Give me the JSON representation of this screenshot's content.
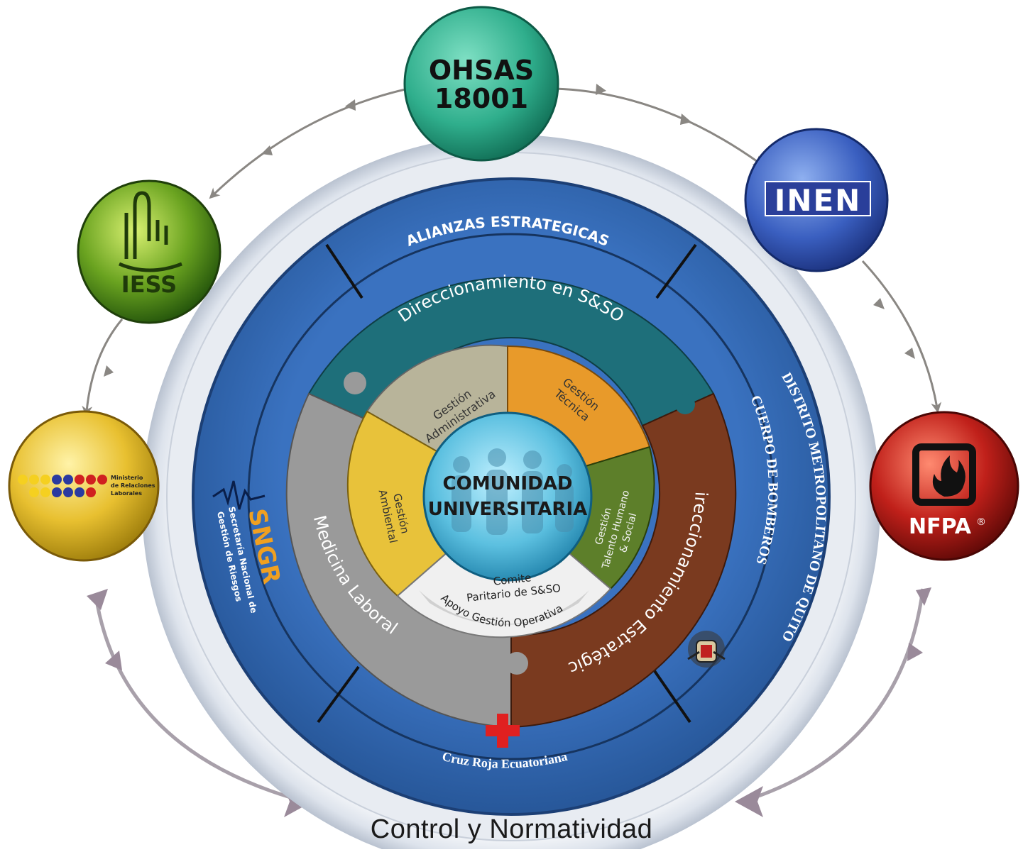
{
  "outer_nodes": {
    "ohsas": {
      "line1": "OHSAS",
      "line2": "18001"
    },
    "inen": {
      "label": "INEN"
    },
    "iess": {
      "label": "IESS"
    },
    "nfpa": {
      "label": "NFPA",
      "mark": "®"
    },
    "ministerio": {
      "line1": "Ministerio",
      "line2": "de Relaciones",
      "line3": "Laborales"
    }
  },
  "alliance_ring": {
    "title": "ALIANZAS ESTRATEGICAS",
    "sngr": {
      "acronym": "SNGR",
      "line1": "Secretaría Nacional de",
      "line2": "Gestión de Riesgos"
    },
    "bomberos": {
      "line1": "CUERPO DE BOMBEROS",
      "line2": "DISTRITO METROPOLITANO DE QUITO"
    },
    "cruz_roja": {
      "label": "Cruz Roja Ecuatoriana"
    }
  },
  "middle_ring": {
    "direccionamiento_ss": "Direccionamiento en S&SO",
    "medicina_laboral": "Medicina Laboral",
    "direccionamiento_estrategico": "Direccionamiento Estratégico"
  },
  "inner_ring": {
    "gestion_administrativa": {
      "line1": "Gestión",
      "line2": "Administrativa"
    },
    "gestion_tecnica": {
      "line1": "Gestión",
      "line2": "Técnica"
    },
    "gestion_ambiental": {
      "line1": "Gestión",
      "line2": "Ambiental"
    },
    "gestion_talento": {
      "line1": "Gestión",
      "line2": "Talento Humano",
      "line3": "& Social"
    },
    "comite": {
      "line1": "Comite",
      "line2": "Paritario de S&SO",
      "line3": "Apoyo Gestión Operativa"
    }
  },
  "center": {
    "line1": "COMUNIDAD",
    "line2": "UNIVERSITARIA"
  },
  "caption": "Control y Normatividad",
  "colors": {
    "alliance_blue": "#2f63ad",
    "teal": "#1e6f7a",
    "brown": "#7a3a1f",
    "gray": "#9a9a9a",
    "beige": "#b8b49a",
    "orange": "#e89a2a",
    "yellow": "#e8c23a",
    "green": "#5d7f2a",
    "center_blue": "#5cc0e0",
    "ohsas_green": "#2fae8c",
    "inen_blue": "#3a5fc0",
    "iess_green": "#6aa320",
    "ministerio_yellow": "#e8c030",
    "nfpa_red": "#c0201a",
    "red_cross": "#e02020"
  }
}
